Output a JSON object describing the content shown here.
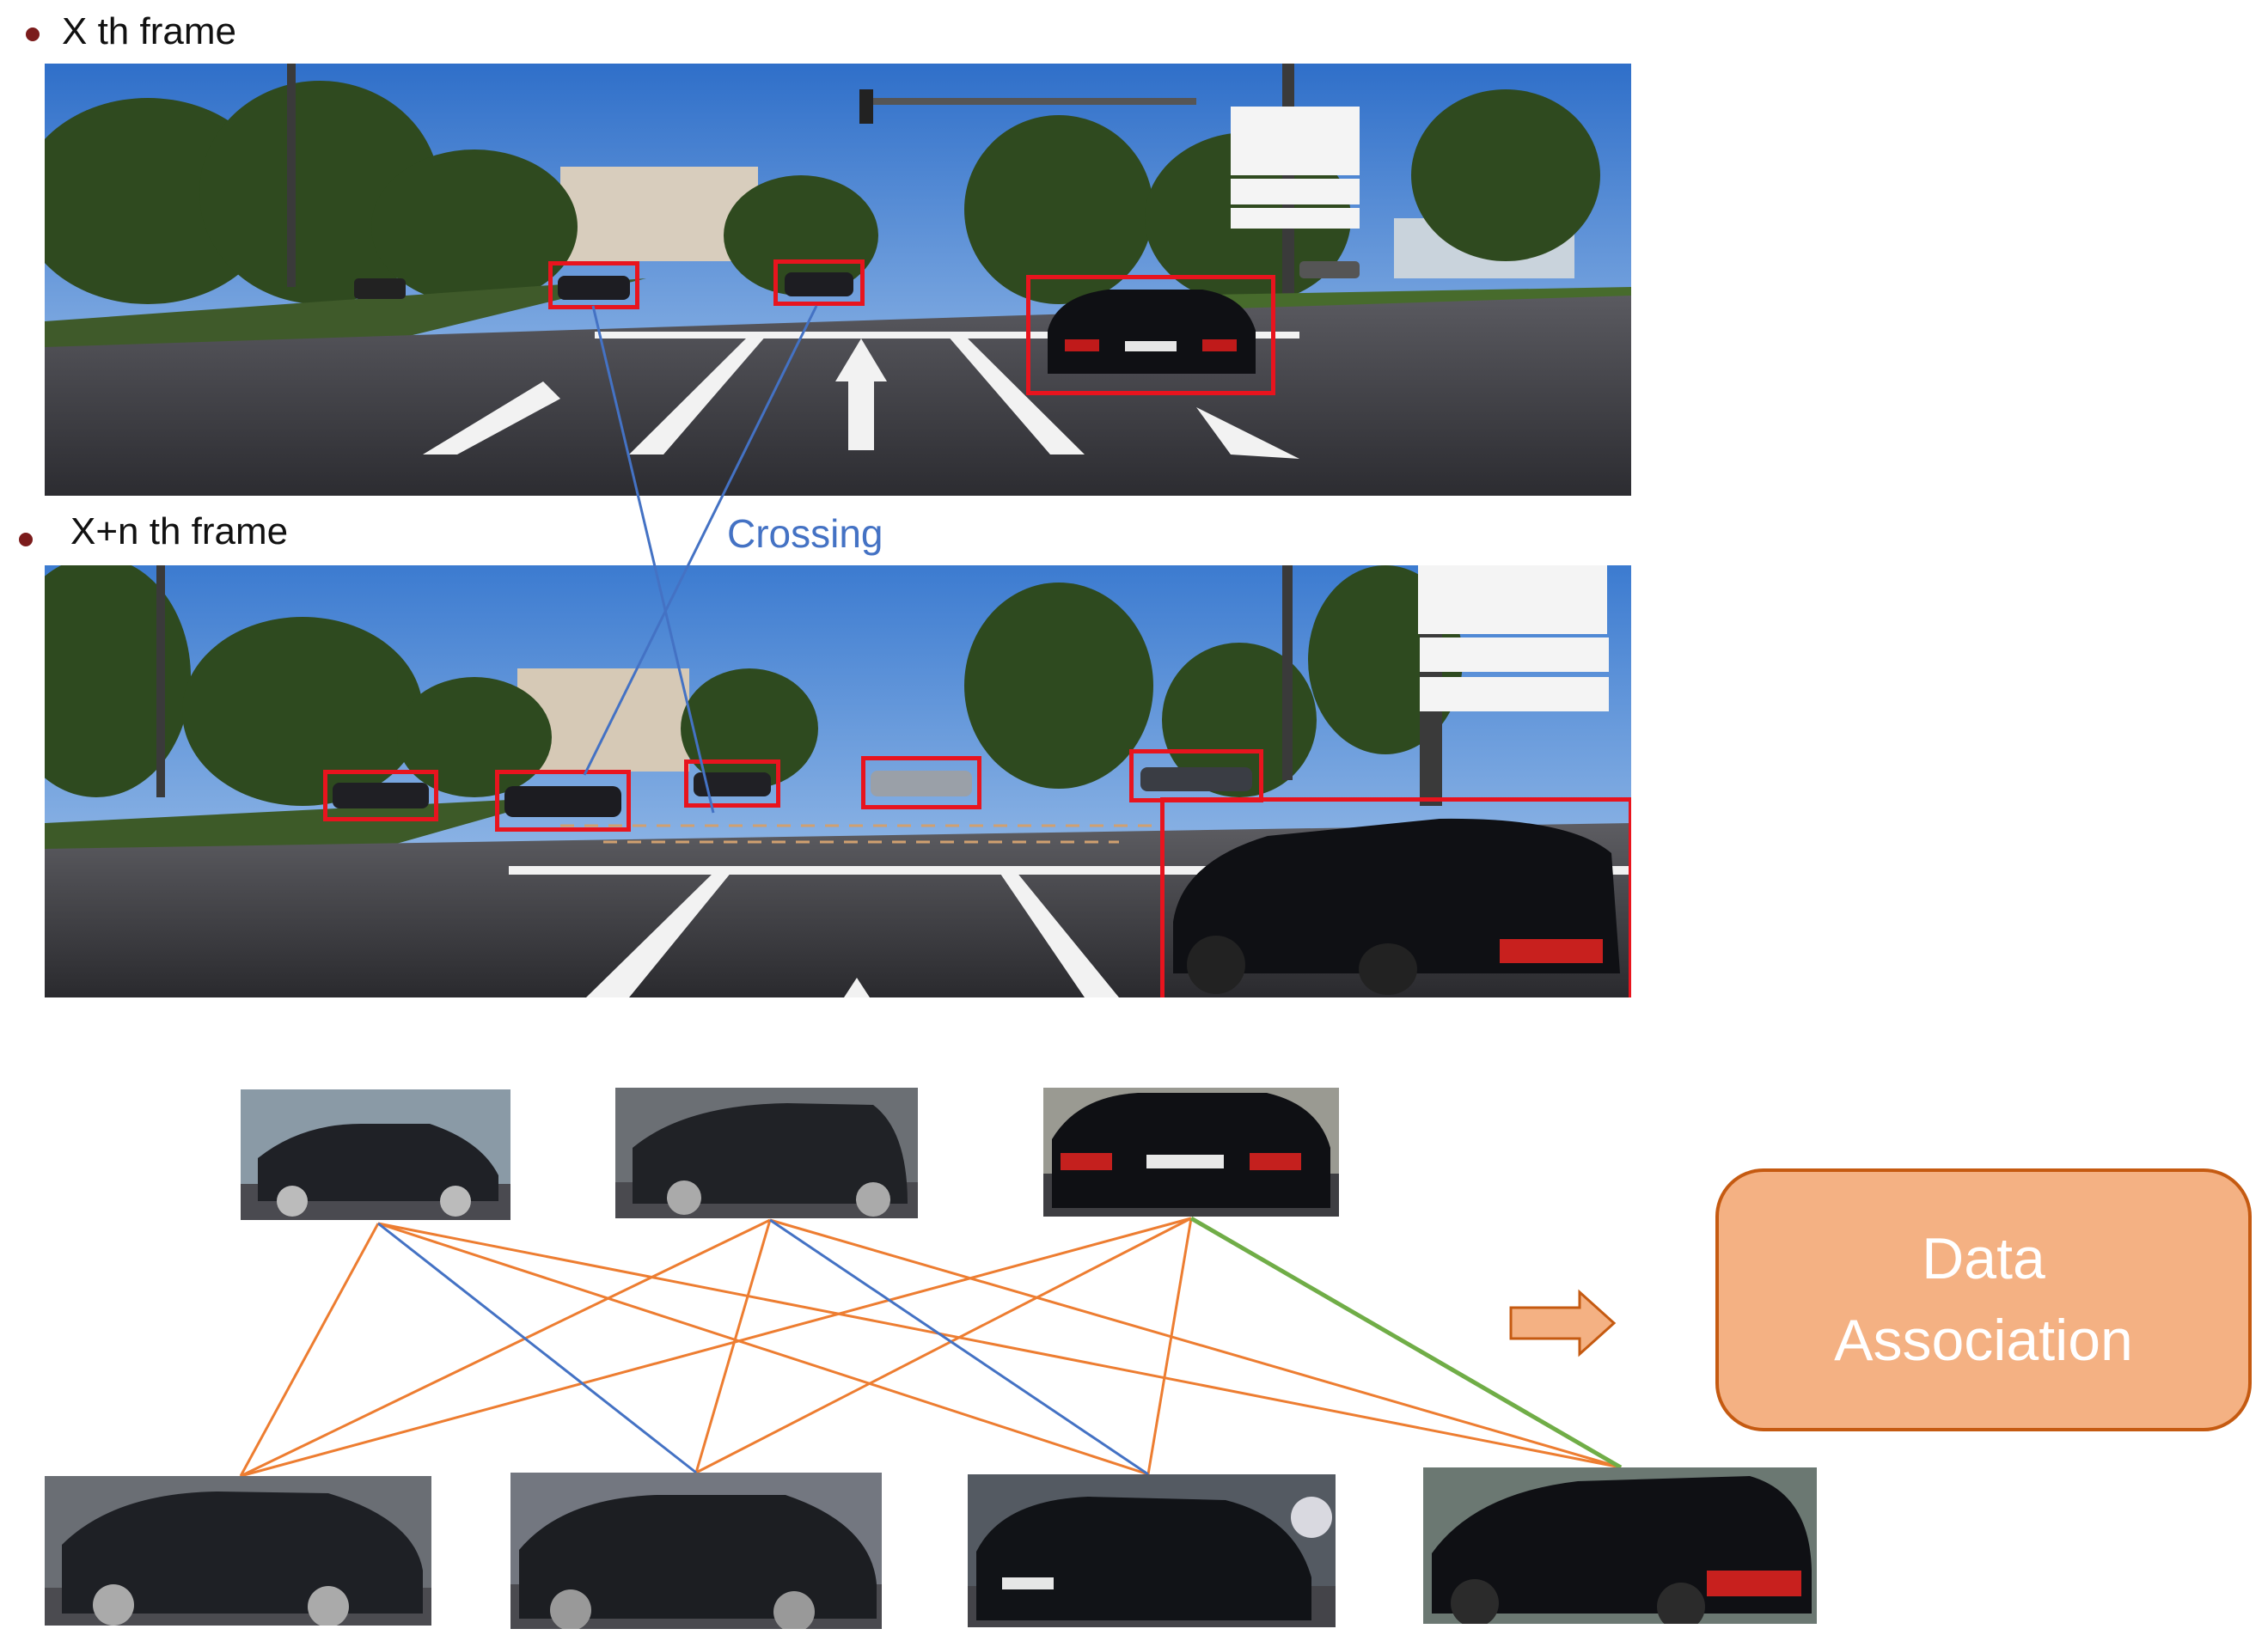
{
  "frames": {
    "top_label": "X th frame",
    "bottom_label": "X+n th frame",
    "crossing_label": "Crossing"
  },
  "result": {
    "label": "Data\nAssociation"
  },
  "top_crops": [
    "car-crop-1",
    "car-crop-2",
    "car-crop-3"
  ],
  "bottom_crops": [
    "car-crop-a",
    "car-crop-b",
    "car-crop-c",
    "car-crop-d"
  ],
  "links": {
    "orange": [
      [
        0,
        0
      ],
      [
        0,
        2
      ],
      [
        0,
        3
      ],
      [
        1,
        0
      ],
      [
        1,
        1
      ],
      [
        1,
        3
      ],
      [
        2,
        0
      ],
      [
        2,
        1
      ],
      [
        2,
        2
      ]
    ],
    "blue": [
      [
        0,
        1
      ],
      [
        1,
        2
      ]
    ],
    "green": [
      [
        2,
        3
      ]
    ]
  },
  "colors": {
    "orange_link": "#ed7d31",
    "blue_link": "#4472c4",
    "green_link": "#70ad47",
    "crossing_text": "#4472c4",
    "detection_box": "#e8141e",
    "result_fill": "#f4b183",
    "result_border": "#c55a11",
    "arrow_fill": "#f4b183"
  }
}
